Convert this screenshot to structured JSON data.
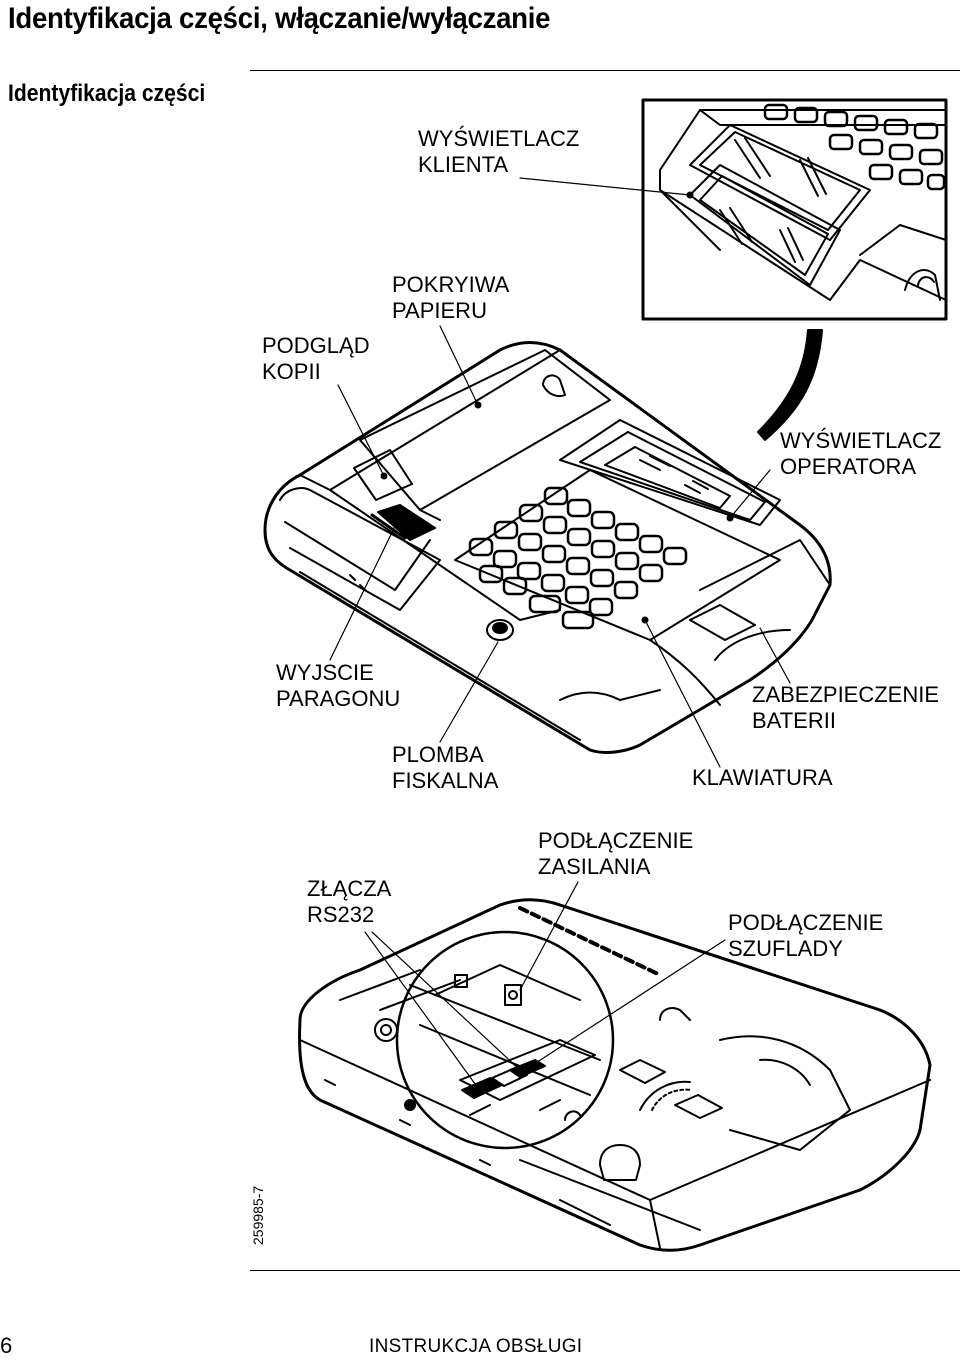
{
  "header": {
    "page_title": "Identyfikacja części, włączanie/wyłączanie",
    "section_title": "Identyfikacja części"
  },
  "callouts": {
    "customer_display": [
      "WYŚWIETLACZ",
      "KLIENTA"
    ],
    "paper_cover": [
      "POKRYIWA",
      "PAPIERU"
    ],
    "copy_preview": [
      "PODGLĄD",
      "KOPII"
    ],
    "operator_display": [
      "WYŚWIETLACZ",
      "OPERATORA"
    ],
    "receipt_exit": [
      "WYJSCIE",
      "PARAGONU"
    ],
    "battery_cover": [
      "ZABEZPIECZENIE",
      "BATERII"
    ],
    "fiscal_seal": [
      "PLOMBA",
      "FISKALNA"
    ],
    "keyboard": [
      "KLAWIATURA"
    ],
    "power_connector": [
      "PODŁĄCZENIE",
      "ZASILANIA"
    ],
    "rs232_ports": [
      "ZŁĄCZA",
      "RS232"
    ],
    "drawer_connector": [
      "PODŁĄCZENIE",
      "SZUFLADY"
    ]
  },
  "figure_code": "259985-7",
  "footer": {
    "page_number": "6",
    "text": "INSTRUKCJA OBSŁUGI"
  }
}
